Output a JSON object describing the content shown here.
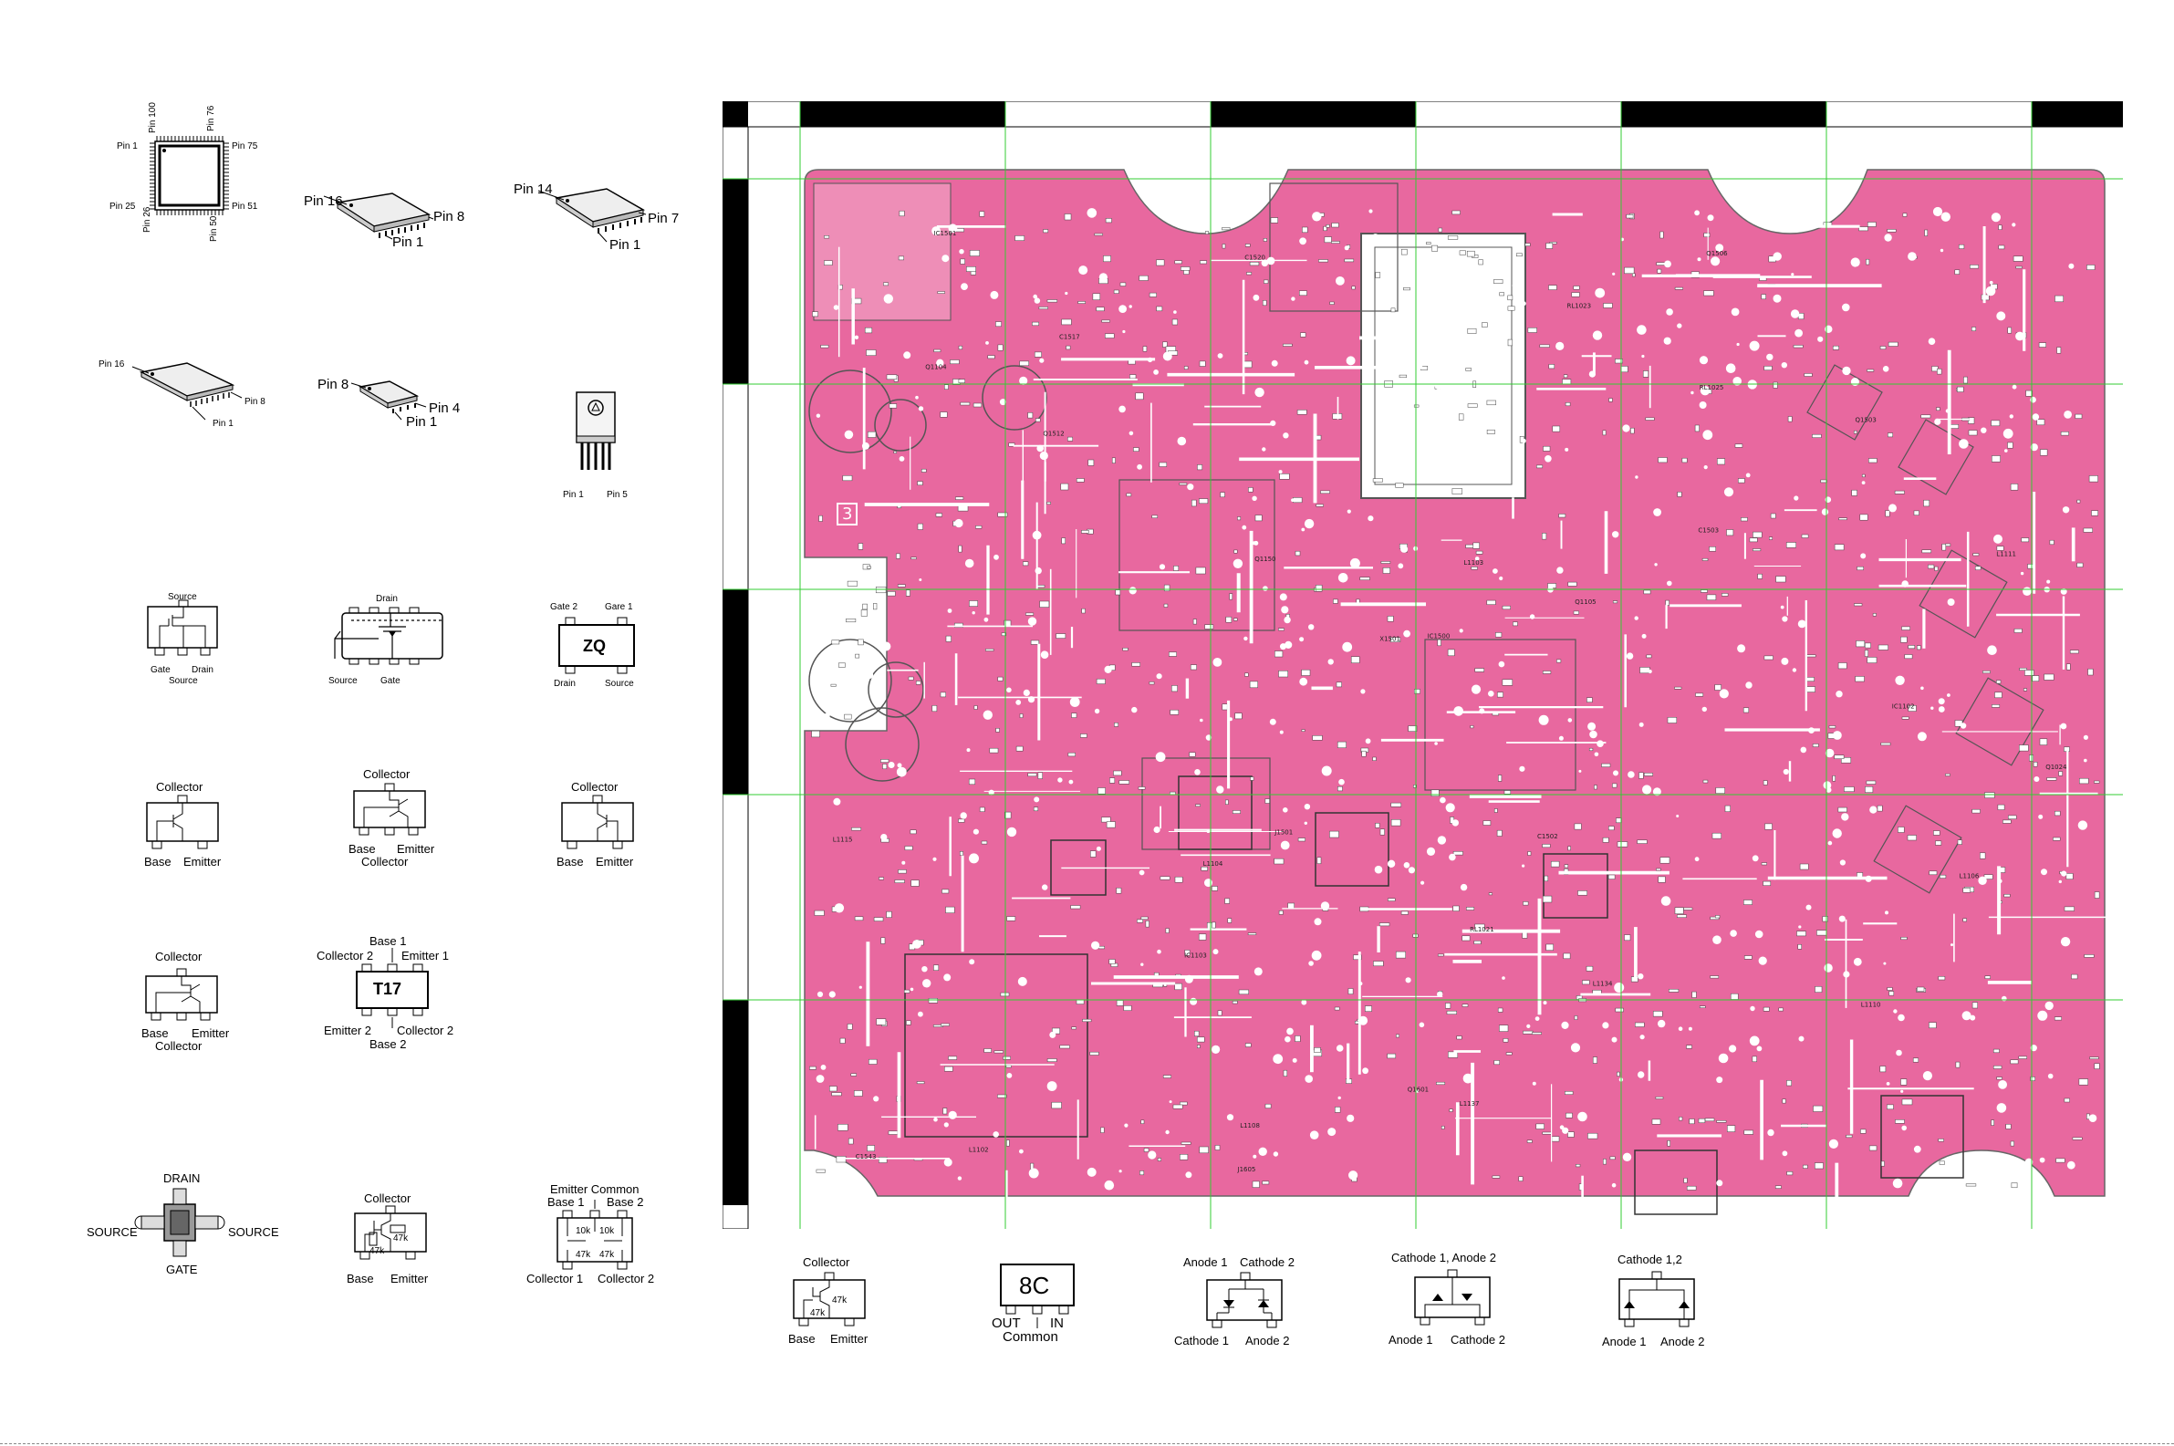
{
  "packages": {
    "qfp100": {
      "pin1": "Pin 1",
      "pin25": "Pin 25",
      "pin26": "Pin 26",
      "pin50": "Pin 50",
      "pin51": "Pin 51",
      "pin75": "Pin 75",
      "pin76": "Pin 76",
      "pin100": "Pin 100"
    },
    "so16": {
      "pin16": "Pin 16",
      "pin8": "Pin 8",
      "pin1": "Pin 1"
    },
    "so14": {
      "pin14": "Pin 14",
      "pin7": "Pin 7",
      "pin1": "Pin 1"
    },
    "ssop16": {
      "pin16": "Pin 16",
      "pin8": "Pin 8",
      "pin1": "Pin 1"
    },
    "so8": {
      "pin8": "Pin 8",
      "pin4": "Pin 4",
      "pin1": "Pin 1"
    },
    "to220": {
      "pin1": "Pin 1",
      "pin5": "Pin 5"
    },
    "fet1": {
      "source_top": "Source",
      "gate": "Gate",
      "drain": "Drain",
      "source_bottom": "Source"
    },
    "fet2": {
      "drain": "Drain",
      "source": "Source",
      "gate": "Gate"
    },
    "zq": {
      "marking": "ZQ",
      "gate2": "Gate 2",
      "gate1": "Gare  1",
      "drain": "Drain",
      "source": "Source"
    },
    "tr1": {
      "collector": "Collector",
      "base": "Base",
      "emitter": "Emitter"
    },
    "tr2": {
      "collector_top": "Collector",
      "base": "Base",
      "emitter": "Emitter",
      "collector_bottom": "Collector"
    },
    "tr3": {
      "collector": "Collector",
      "base": "Base",
      "emitter": "Emitter"
    },
    "tr4": {
      "collector_top": "Collector",
      "base": "Base",
      "emitter": "Emitter",
      "collector_bottom": "Collector"
    },
    "t17": {
      "marking": "T17",
      "base1": "Base 1",
      "collector2": "Collector 2",
      "emitter1": "Emitter 1",
      "emitter2": "Emitter 2",
      "collector2b": "Collector 2",
      "base2": "Base 2"
    },
    "rfpower": {
      "drain": "DRAIN",
      "source_left": "SOURCE",
      "source_right": "SOURCE",
      "gate": "GATE"
    },
    "digtr1": {
      "collector": "Collector",
      "r1": "47k",
      "r2": "47k",
      "base": "Base",
      "emitter": "Emitter"
    },
    "dualdig": {
      "emitter_common": "Emitter Common",
      "base1": "Base 1",
      "base2": "Base 2",
      "r1": "10k",
      "r2": "10k",
      "r3": "47k",
      "r4": "47k",
      "collector1": "Collector 1",
      "collector2": "Collector 2"
    },
    "digtr2": {
      "collector": "Collector",
      "r1": "47k",
      "r2": "47k",
      "base": "Base",
      "emitter": "Emitter"
    },
    "reg8c": {
      "marking": "8C",
      "out": "OUT",
      "in": "IN",
      "common": "Common"
    },
    "diode1": {
      "anode1": "Anode 1",
      "cathode2": "Cathode 2",
      "cathode1": "Cathode 1",
      "anode2": "Anode 2"
    },
    "diode2": {
      "top": "Cathode 1,  Anode 2",
      "anode1": "Anode 1",
      "cathode2": "Cathode 2"
    },
    "diode3": {
      "top": "Cathode 1,2",
      "anode1": "Anode 1",
      "anode2": "Anode 2"
    }
  },
  "pcb": {
    "colors": {
      "copper": "#e8689f",
      "grid": "#33cc33",
      "ruler": "#000000"
    },
    "marker": "3",
    "refs": [
      "J1501",
      "C1517",
      "Q1512",
      "Q1104",
      "C1502",
      "L1115",
      "L1108",
      "L1111",
      "RL1021",
      "L1103",
      "C1543",
      "L1104",
      "L1102",
      "L1137",
      "RL1023",
      "Q1105",
      "C1503",
      "C1520",
      "Q1506",
      "IC1500",
      "L1110",
      "L1106",
      "RL1025",
      "L1134",
      "IC1501",
      "Q1150",
      "Q1503",
      "Q1601",
      "X1501",
      "J1605",
      "Q1024",
      "IC1102",
      "IC1103"
    ]
  }
}
